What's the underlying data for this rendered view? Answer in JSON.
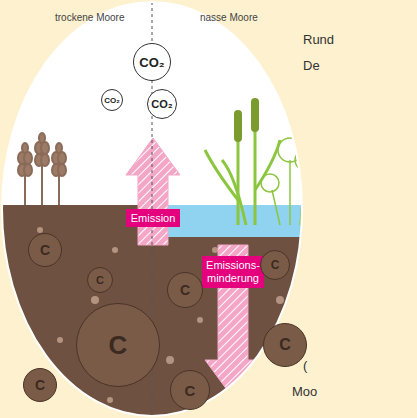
{
  "diagram": {
    "nodes": [
      {
        "text": [
          "CO₂"
        ]
      },
      {
        "text": [
          "CO₂"
        ]
      },
      {
        "text": [
          "CO₂"
        ]
      },
      {
        "text": [
          "Emission"
        ]
      },
      {
        "text": [
          "Emissions- minderung"
        ]
      },
      {
        "text": [
          "C"
        ]
      },
      {
        "text": [
          "C"
        ]
      },
      {
        "text": [
          "C"
        ]
      },
      {
        "text": [
          "C"
        ]
      },
      {
        "text": [
          "C"
        ]
      },
      {
        "text": [
          "C"
        ]
      },
      {
        "text": [
          "C"
        ]
      },
      {
        "text": [
          "C"
        ]
      }
    ],
    "labels": [
      "trockene Moore",
      "nasse Moore",
      "Rund",
      "De",
      "(",
      "Moo"
    ]
  }
}
